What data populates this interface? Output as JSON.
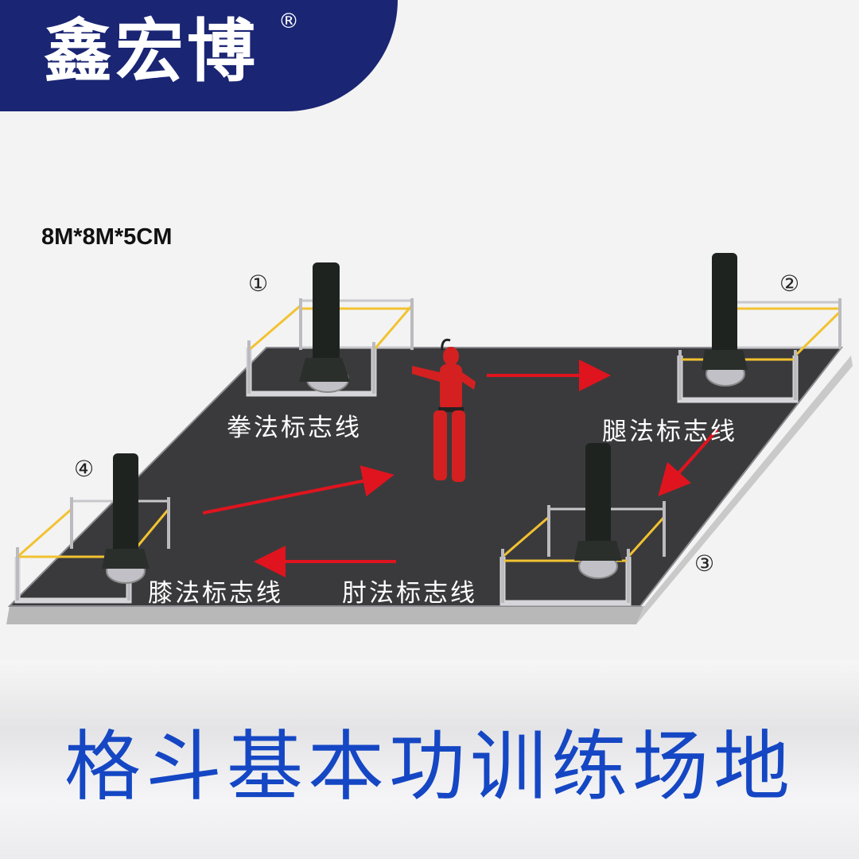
{
  "brand": {
    "name": "鑫宏博",
    "registered": "®"
  },
  "dimensions": "8M*8M*5CM",
  "zones": {
    "punch": "拳法标志线",
    "kick": "腿法标志线",
    "elbow": "肘法标志线",
    "knee": "膝法标志线"
  },
  "markers": [
    "①",
    "②",
    "③",
    "④"
  ],
  "title": "格斗基本功训练场地",
  "colors": {
    "banner": "#1a2573",
    "title": "#1547c4",
    "mat": "#3a3a3c",
    "arrow": "#e0141e",
    "dummy": "#d42020",
    "rope": "#f2c230"
  },
  "icons": [
    "punching-bag-icon",
    "training-dummy-icon",
    "arrow-icon",
    "rope-barrier-icon"
  ]
}
